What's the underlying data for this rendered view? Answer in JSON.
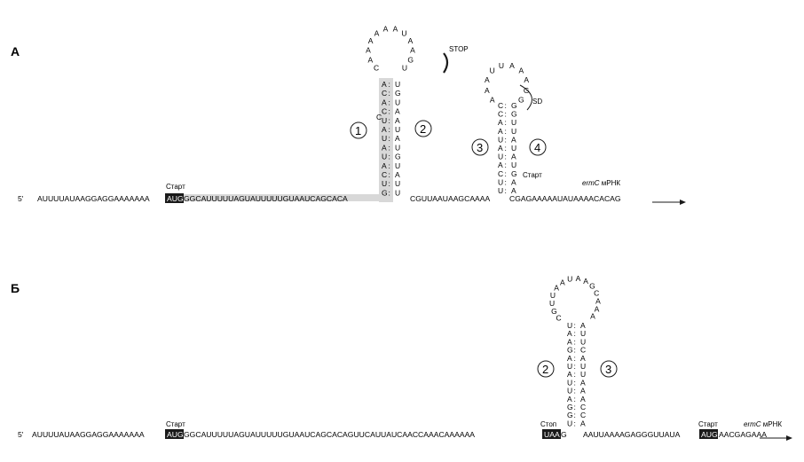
{
  "panels": {
    "a": {
      "label": "А",
      "five_prime": "5'",
      "seq_before_start": "AUUUUAUAAGGAGGAAAAAAA",
      "start_codon": "AUG",
      "seq_after_start": "GGCAUUUUUAGUAUUUUUGUAAUCAGCACA",
      "seq_mid": "CGUUAAUAAGCAAAA",
      "seq_tail": "CGAGAAAAAUAUAAAACACAG",
      "start_label": "Старт",
      "mrna_gene": "ermC",
      "mrna_suffix": " мРНК",
      "hairpin1": {
        "loop": [
          "C",
          "A",
          "A",
          "A",
          "A",
          "A",
          "A",
          "U",
          "A",
          "A",
          "G",
          "U"
        ],
        "stem_left": [
          "A",
          "C",
          "A",
          "C",
          "U",
          "A",
          "U",
          "A",
          "U",
          "A",
          "C",
          "U",
          "G"
        ],
        "stem_right": [
          "U",
          "G",
          "U",
          "A",
          "A",
          "U",
          "A",
          "U",
          "G",
          "U",
          "A",
          "U",
          "U"
        ],
        "bulge": "C",
        "stop_label": "STOP"
      },
      "hairpin2": {
        "loop": [
          "A",
          "A",
          "A",
          "U",
          "U",
          "A",
          "A",
          "A",
          "G",
          "G"
        ],
        "stem_left": [
          "C",
          "C",
          "A",
          "A",
          "U",
          "A",
          "U",
          "A",
          "C",
          "U",
          "U"
        ],
        "stem_right": [
          "G",
          "G",
          "U",
          "U",
          "A",
          "U",
          "A",
          "U",
          "G",
          "A",
          "A"
        ],
        "sd_label": "SD",
        "start_label": "Старт"
      },
      "circles": [
        "1",
        "2",
        "3",
        "4"
      ]
    },
    "b": {
      "label": "Б",
      "five_prime": "5'",
      "seq_before_start": "AUUUUAUAAGGAGGAAAAAAA",
      "start_codon": "AUG",
      "seq_after_start": "GGCAUUUUUAGUAUUUUUGUAAUCAGCACAGUUCAUUAUCAACCAAACAAAAAA",
      "stop_codon": "UAA",
      "seq_mid": "G",
      "seq_after_hairpin": "AAUUAAAAGAGGGUUAUA",
      "start_codon2": "AUG",
      "seq_tail": "AACGAGAAA",
      "start_label": "Старт",
      "stop_label": "Стоп",
      "start_label2": "Старт",
      "mrna_gene": "ermC",
      "mrna_suffix": " мРНК",
      "hairpin": {
        "loop": [
          "C",
          "G",
          "U",
          "U",
          "A",
          "A",
          "U",
          "A",
          "A",
          "G",
          "C",
          "A",
          "A",
          "A"
        ],
        "stem_left": [
          "U",
          "A",
          "A",
          "G",
          "A",
          "U",
          "A",
          "U",
          "U",
          "A",
          "G",
          "G",
          "U"
        ],
        "stem_right": [
          "A",
          "U",
          "U",
          "C",
          "A",
          "U",
          "U",
          "A",
          "A",
          "A",
          "C",
          "C",
          "A"
        ]
      },
      "circles": [
        "2",
        "3"
      ]
    }
  }
}
